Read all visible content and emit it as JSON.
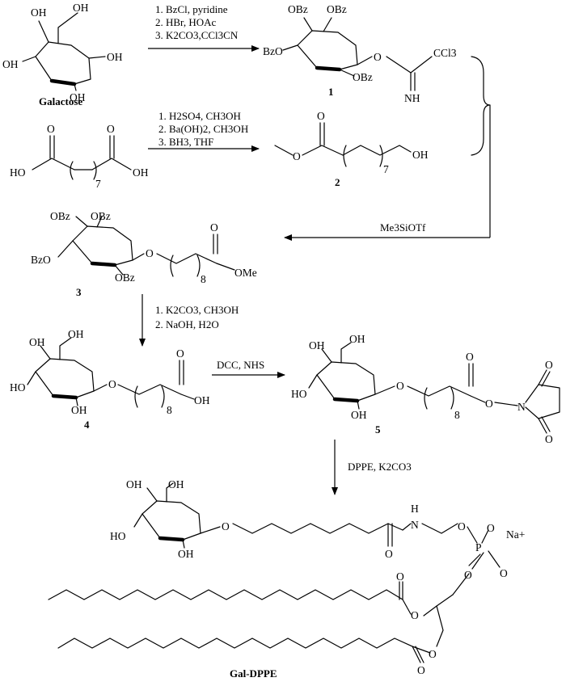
{
  "galactose": {
    "oh1": "OH",
    "oh2": "OH",
    "oh3": "OH",
    "oh4": "OH",
    "oh5": "OH",
    "name": "Galactose"
  },
  "step1_conditions": [
    "1. BzCl, pyridine",
    "2. HBr, HOAc",
    "3. K2CO3,CCl3CN"
  ],
  "compound1": {
    "obz_top1": "OBz",
    "obz_top2": "OBz",
    "obz_left": "BzO",
    "obz_bottom": "OBz",
    "o_link": "O",
    "ccl3": "CCl3",
    "nh": "NH",
    "number": "1"
  },
  "diacid": {
    "oh_left": "HO",
    "oh_right": "OH",
    "o_left": "O",
    "o_right": "O",
    "subscript": "7"
  },
  "step2_conditions": [
    "1. H2SO4, CH3OH",
    "2. Ba(OH)2, CH3OH",
    "3. BH3, THF"
  ],
  "compound2": {
    "o_ester": "O",
    "o_carbonyl": "O",
    "oh": "OH",
    "subscript": "7",
    "number": "2"
  },
  "glycosylation_reagent": "Me3SiOTf",
  "compound3": {
    "obz1": "OBz",
    "obz2": "OBz",
    "bzo": "BzO",
    "obz3": "OBz",
    "o_link": "O",
    "o_carbonyl": "O",
    "ome": "OMe",
    "subscript": "8",
    "number": "3"
  },
  "step4_conditions": [
    "1. K2CO3, CH3OH",
    "2. NaOH, H2O"
  ],
  "compound4": {
    "oh1": "OH",
    "oh2": "OH",
    "ho": "HO",
    "oh3": "OH",
    "o_link": "O",
    "o_carbonyl": "O",
    "oh_acid": "OH",
    "subscript": "8",
    "number": "4"
  },
  "step5_reagent": "DCC, NHS",
  "compound5": {
    "oh1": "OH",
    "oh2": "OH",
    "ho": "HO",
    "oh3": "OH",
    "o_link": "O",
    "o_carbonyl": "O",
    "o_ester": "O",
    "n": "N",
    "o_imide1": "O",
    "o_imide2": "O",
    "subscript": "8",
    "number": "5"
  },
  "step6_reagent": "DPPE, K2CO3",
  "final_product": {
    "oh1": "OH",
    "oh2": "OH",
    "ho": "HO",
    "oh3": "OH",
    "o_link": "O",
    "o_amide": "O",
    "nh": "H",
    "n": "N",
    "o_p1": "O",
    "p": "P",
    "o_minus": "O",
    "o_p_double": "O",
    "o_p_ester": "O",
    "counterion": "Na+",
    "o_ester1": "O",
    "o_ester2": "O",
    "o_carbonyl1": "O",
    "o_carbonyl2": "O",
    "name": "Gal-DPPE"
  }
}
